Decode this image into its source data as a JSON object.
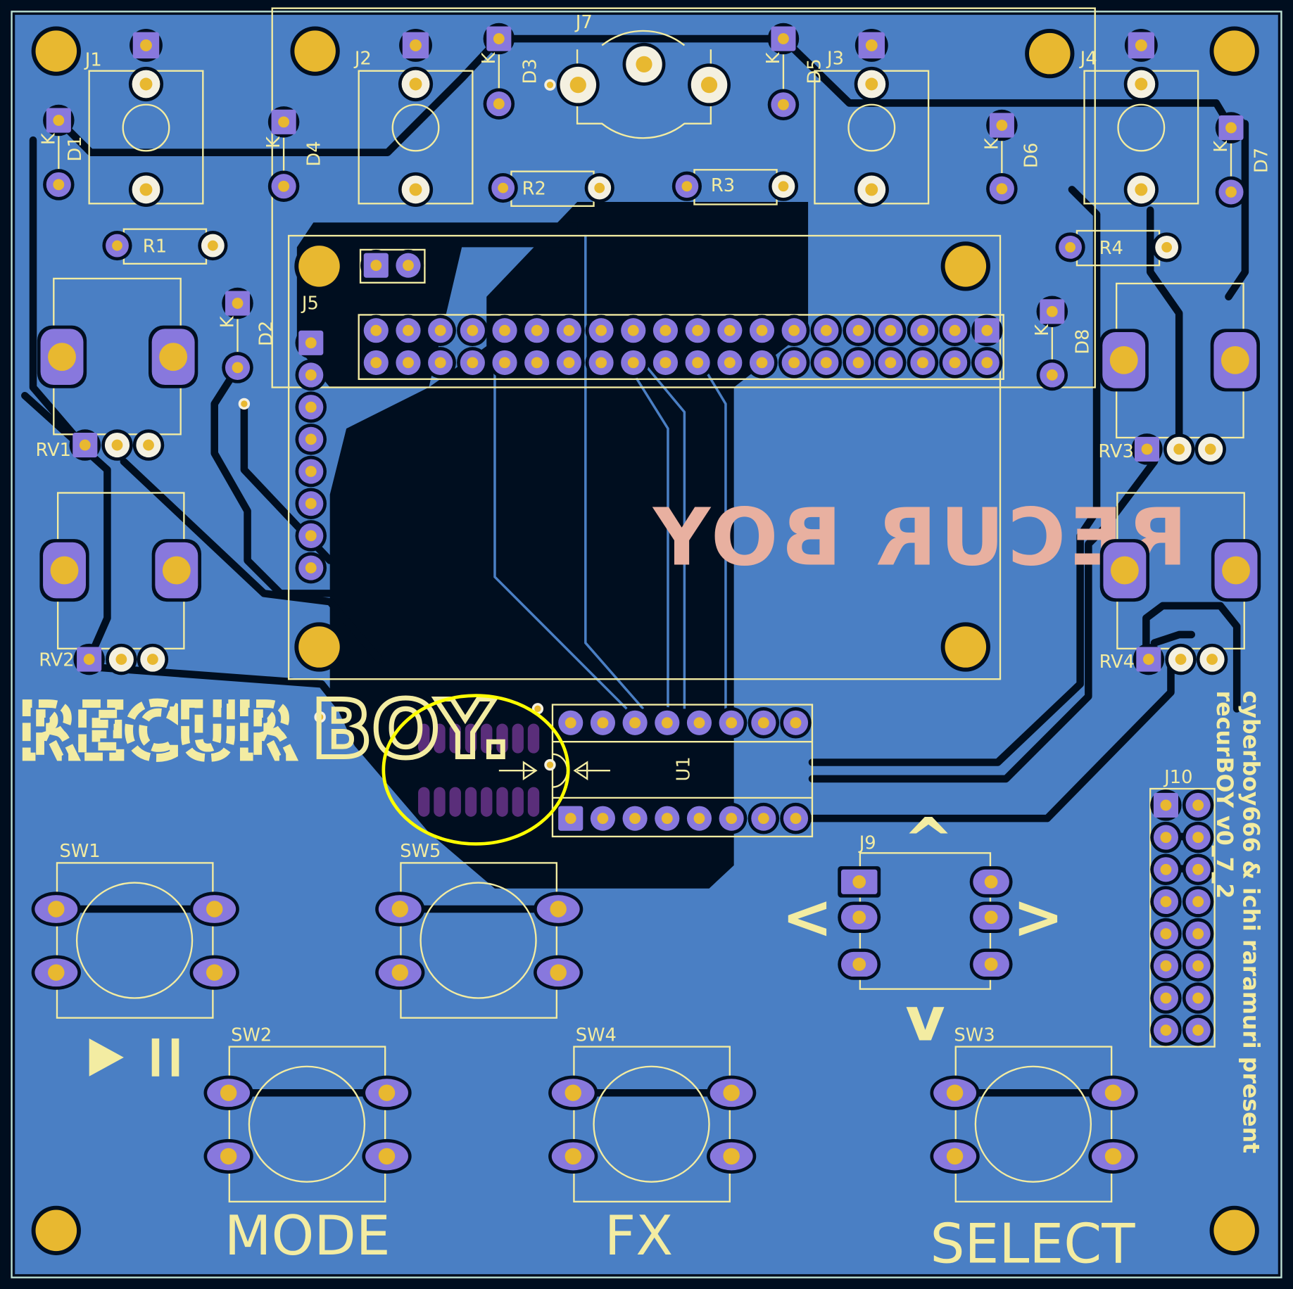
{
  "board": {
    "title": "recurBOY v0_7_2",
    "credit": "cyberboy666 & ichi raramuri present",
    "version_text": "recurBOY v0_7_2",
    "logo_front": "RECUR BOY",
    "logo_back": "RECUR BOY",
    "colors": {
      "board": "#4a7fc4",
      "pour": "#000e1f",
      "silk": "#f3eca2",
      "pad": "#8878dd",
      "drill": "#e8b830",
      "highlight": "#ffff00"
    }
  },
  "refs": {
    "J1": "J1",
    "J2": "J2",
    "J3": "J3",
    "J4": "J4",
    "J5": "J5",
    "J7": "J7",
    "J9": "J9",
    "J10": "J10",
    "D1": "D1",
    "D2": "D2",
    "D3": "D3",
    "D4": "D4",
    "D5": "D5",
    "D6": "D6",
    "D7": "D7",
    "D8": "D8",
    "R1": "R1",
    "R2": "R2",
    "R3": "R3",
    "R4": "R4",
    "RV1": "RV1",
    "RV2": "RV2",
    "RV3": "RV3",
    "RV4": "RV4",
    "SW1": "SW1",
    "SW2": "SW2",
    "SW3": "SW3",
    "SW4": "SW4",
    "SW5": "SW5",
    "U1": "U1",
    "K": "K"
  },
  "button_labels": {
    "mode": "MODE",
    "fx": "FX",
    "select": "SELECT"
  },
  "nav_arrows": {
    "up": "^",
    "left": "<",
    "right": ">",
    "down": "v"
  },
  "icons": {
    "play_pause": "play-pause-icon"
  }
}
